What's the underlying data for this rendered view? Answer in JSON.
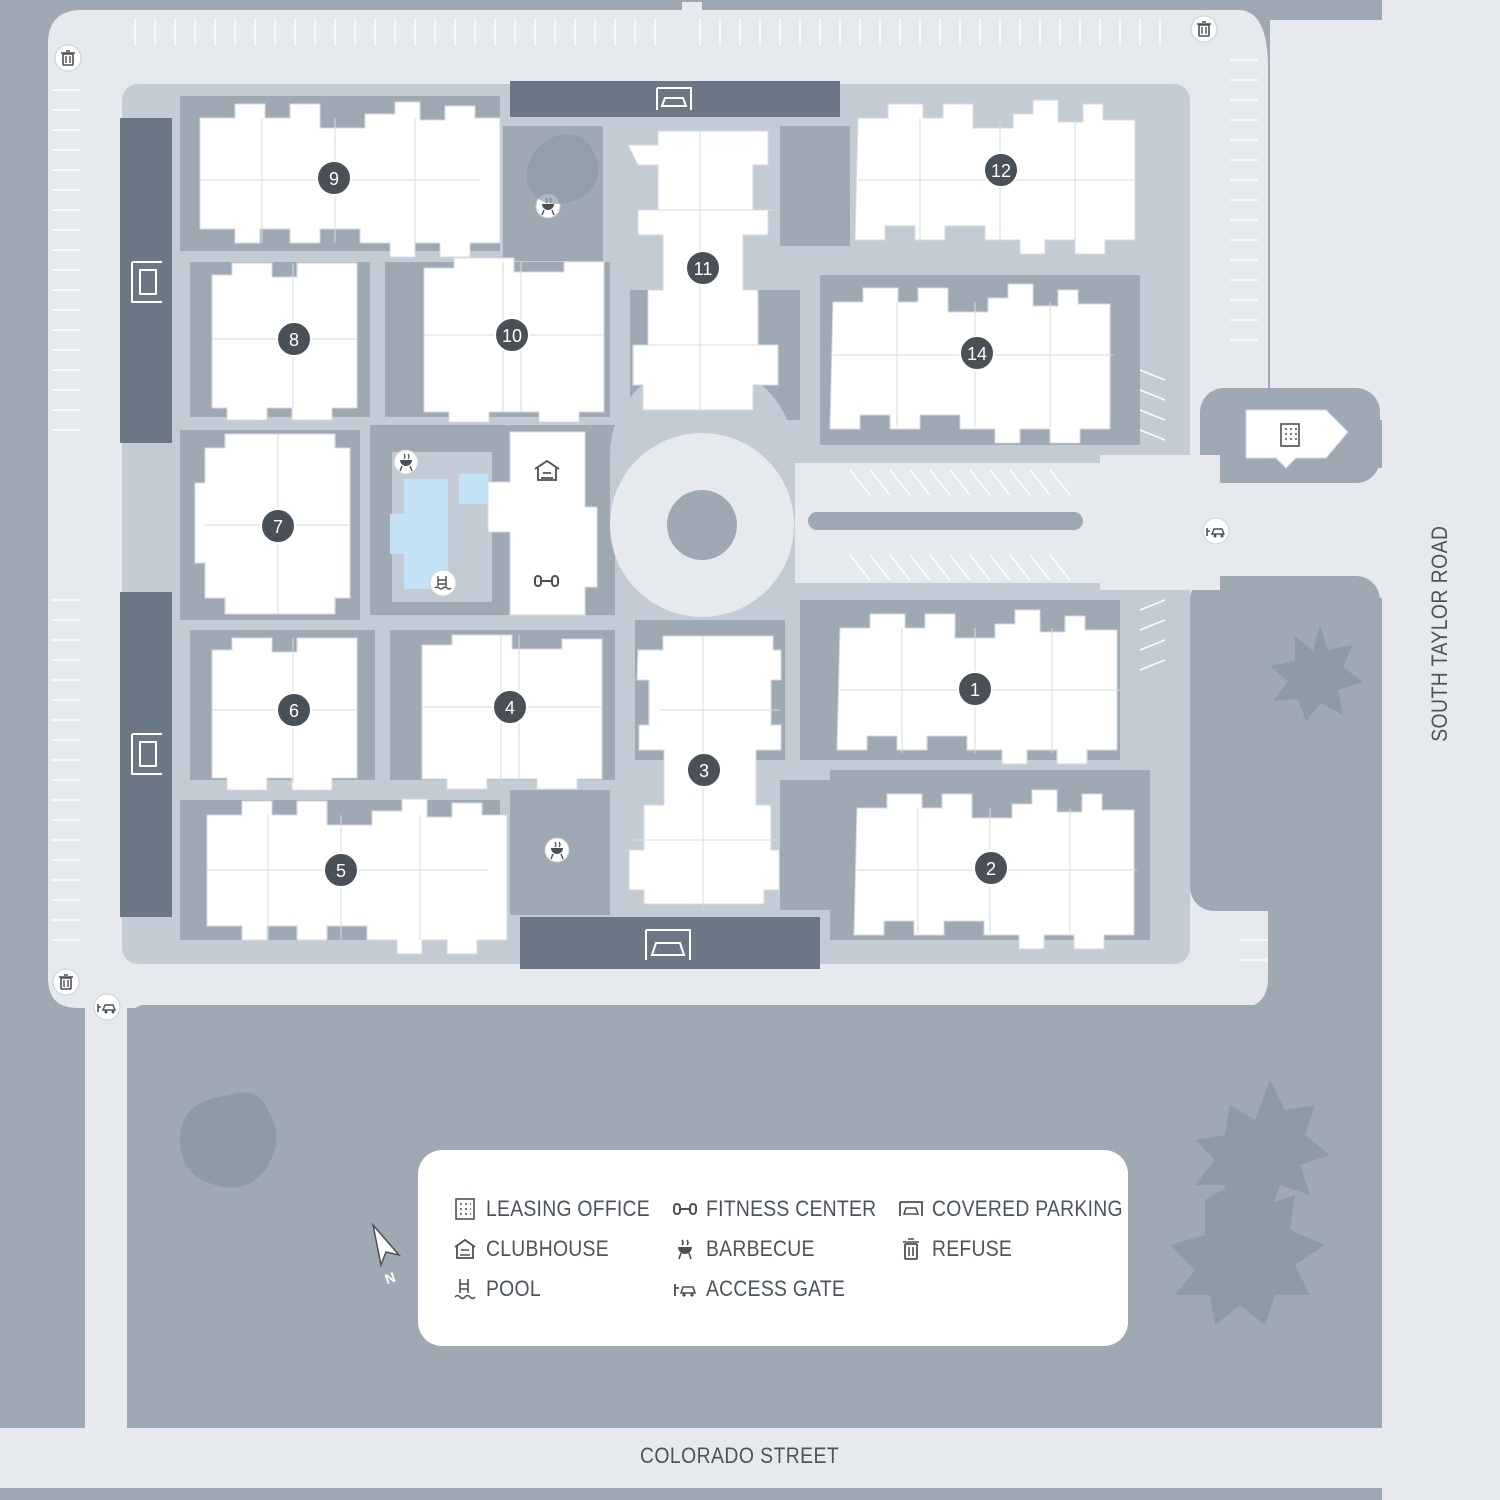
{
  "roads": {
    "south": "COLORADO STREET",
    "east": "SOUTH TAYLOR ROAD"
  },
  "compass": {
    "label": "N"
  },
  "buildings": [
    {
      "number": "1"
    },
    {
      "number": "2"
    },
    {
      "number": "3"
    },
    {
      "number": "4"
    },
    {
      "number": "5"
    },
    {
      "number": "6"
    },
    {
      "number": "7"
    },
    {
      "number": "8"
    },
    {
      "number": "9"
    },
    {
      "number": "10"
    },
    {
      "number": "11"
    },
    {
      "number": "12"
    },
    {
      "number": "14"
    }
  ],
  "legend": [
    {
      "icon": "leasing-office-icon",
      "label": "LEASING OFFICE"
    },
    {
      "icon": "fitness-center-icon",
      "label": "FITNESS CENTER"
    },
    {
      "icon": "covered-parking-icon",
      "label": "COVERED PARKING"
    },
    {
      "icon": "clubhouse-icon",
      "label": "CLUBHOUSE"
    },
    {
      "icon": "barbecue-icon",
      "label": "BARBECUE"
    },
    {
      "icon": "refuse-icon",
      "label": "REFUSE"
    },
    {
      "icon": "pool-icon",
      "label": "POOL"
    },
    {
      "icon": "access-gate-icon",
      "label": "ACCESS GATE"
    }
  ],
  "colors": {
    "ground": "#9ea9b4",
    "road": "#e6eaee",
    "path": "#c3ccd4",
    "building": "#ffffff",
    "covered_parking": "#6b7785",
    "pool": "#c4e2f5",
    "marker": "#4a5058"
  }
}
